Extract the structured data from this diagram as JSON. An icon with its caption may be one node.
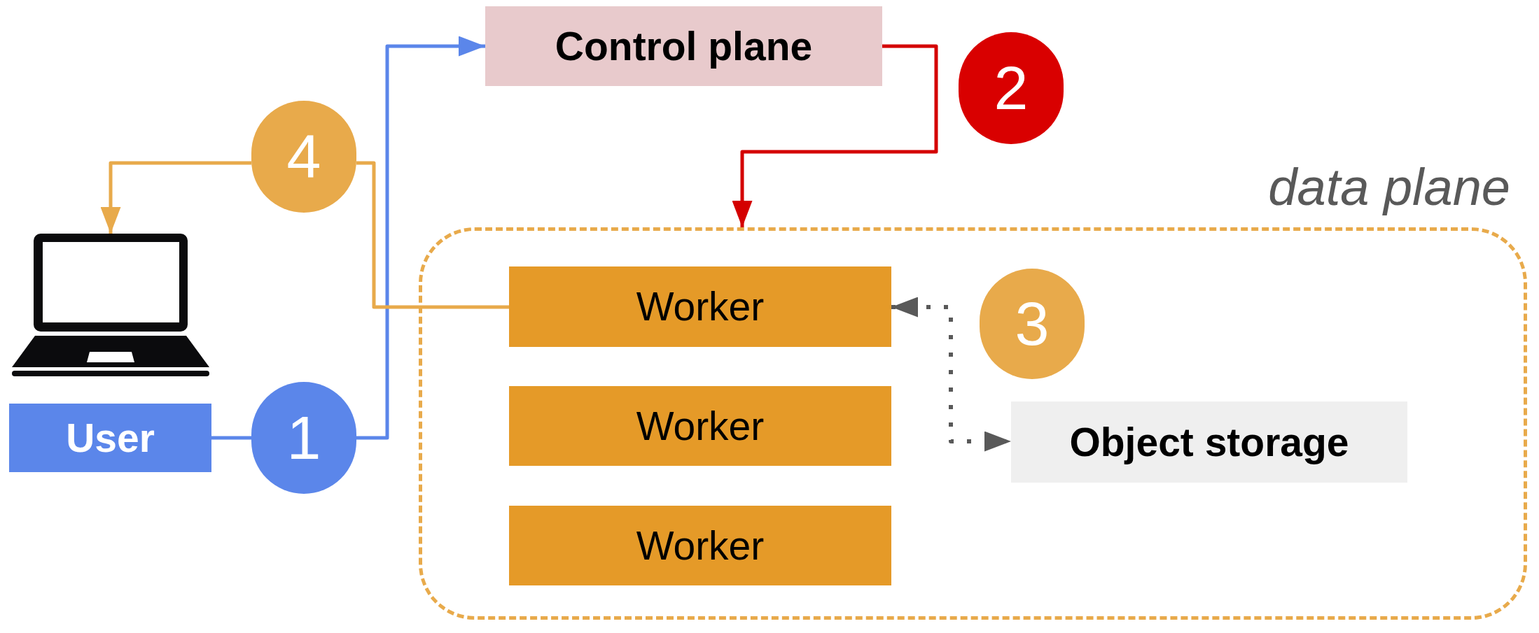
{
  "diagram": {
    "nodes": [
      {
        "text": [
          "Control plane"
        ]
      },
      {
        "text": [
          "2"
        ]
      },
      {
        "text": [
          "4"
        ]
      },
      {
        "text": [],
        "shape": "picture"
      },
      {
        "text": [
          "data plane"
        ]
      },
      {
        "text": [
          "Worker"
        ],
        "in": 4
      },
      {
        "text": [
          "3"
        ],
        "in": 4
      },
      {
        "text": [
          "Worker"
        ],
        "in": 4
      },
      {
        "text": [
          "Object storage"
        ],
        "in": 4
      },
      {
        "text": [
          "Worker"
        ],
        "in": 4
      },
      {
        "text": [
          "User"
        ]
      },
      {
        "text": [
          "1"
        ]
      }
    ],
    "edges": [
      {
        "from": 10,
        "to": 11,
        "arrow": "none",
        "color": "#5b86ea"
      },
      {
        "from": 11,
        "to": 0,
        "arrow": "to",
        "color": "#5b86ea"
      },
      {
        "from": 0,
        "to": 4,
        "arrow": "to",
        "color": "#d40000"
      },
      {
        "from": 5,
        "to": 2,
        "arrow": "none",
        "color": "#e8aa4b"
      },
      {
        "from": 2,
        "to": 3,
        "arrow": "to",
        "color": "#e8aa4b"
      },
      {
        "from": 5,
        "to": 8,
        "arrow": "both",
        "style": "dashed",
        "color": "#595959"
      }
    ]
  }
}
